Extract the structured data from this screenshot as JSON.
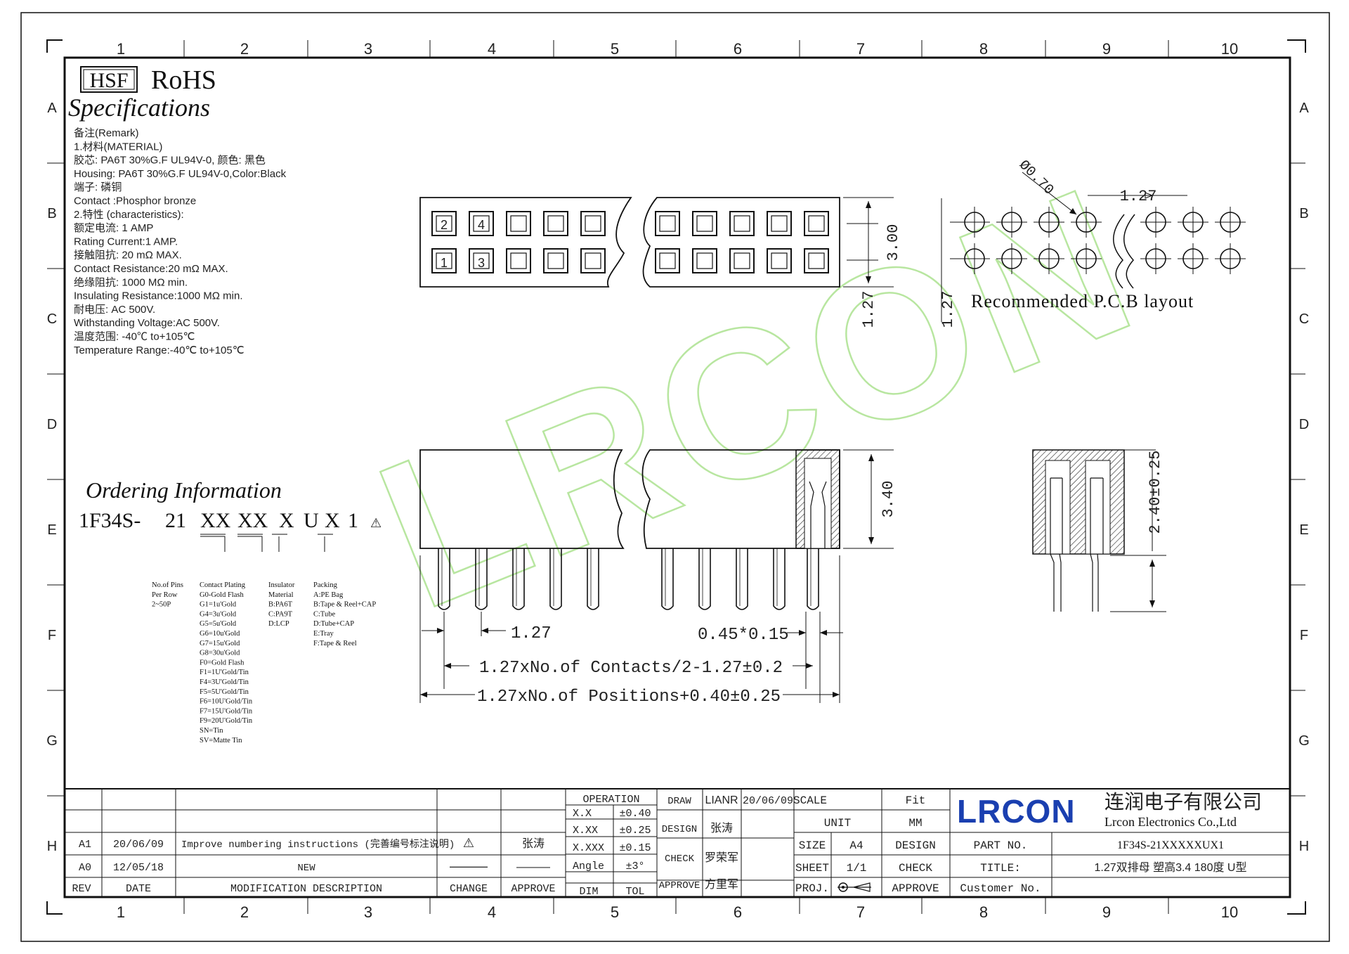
{
  "grid": {
    "columns": [
      "1",
      "2",
      "3",
      "4",
      "5",
      "6",
      "7",
      "8",
      "9",
      "10"
    ],
    "rows": [
      "A",
      "B",
      "C",
      "D",
      "E",
      "F",
      "G",
      "H"
    ]
  },
  "header": {
    "hsf": "HSF",
    "rohs": "RoHS",
    "specs_title": "Specifications"
  },
  "remarks": [
    "备注(Remark)",
    "1.材料(MATERIAL)",
    "胶芯: PA6T 30%G.F UL94V-0, 颜色: 黑色",
    "Housing: PA6T 30%G.F UL94V-0,Color:Black",
    "端子: 磷铜",
    "Contact :Phosphor bronze",
    "2.特性 (characteristics):",
    "额定电流: 1 AMP",
    "Rating Current:1 AMP.",
    "接触阻抗: 20 mΩ MAX.",
    "Contact Resistance:20 mΩ MAX.",
    "绝缘阻抗: 1000 MΩ min.",
    "Insulating Resistance:1000 MΩ  min.",
    "耐电压: AC 500V.",
    "Withstanding Voltage:AC 500V.",
    "温度范围: -40℃ to+105℃",
    "Temperature Range:-40℃ to+105℃"
  ],
  "top_view": {
    "pin_labels": [
      "2",
      "4",
      "1",
      "3"
    ],
    "dim_height": "3.00",
    "dim_pitch": "1.27"
  },
  "pcb_layout": {
    "hole_dia": "Ø0.70",
    "pitch_h": "1.27",
    "pitch_v": "1.27",
    "caption": "Recommended P.C.B layout"
  },
  "side_view": {
    "dim_height": "3.40",
    "dim_pitch": "1.27",
    "dim_pin": "0.45*0.15",
    "dim_contacts": "1.27xNo.of Contacts/2-1.27±0.2",
    "dim_positions": "1.27xNo.of Positions+0.40±0.25"
  },
  "section_view": {
    "dim_tail": "2.40±0.25"
  },
  "ordering": {
    "title": "Ordering Information",
    "code_parts": [
      "1F34S-",
      "21",
      "XX",
      "XX",
      "X",
      "U",
      "X",
      "1"
    ],
    "pins": [
      "No.of Pins",
      "Per Row",
      "2~50P"
    ],
    "plating": [
      "Contact Plating",
      "G0-Gold Flash",
      "G1=1u'Gold",
      "G4=3u'Gold",
      "G5=5u'Gold",
      "G6=10u'Gold",
      "G7=15u'Gold",
      "G8=30u'Gold",
      "F0=Gold Flash",
      "F1=1U'Gold/Tin",
      "F4=3U'Gold/Tin",
      "F5=5U'Gold/Tin",
      "F6=10U'Gold/Tin",
      "F7=15U'Gold/Tin",
      "F9=20U'Gold/Tin",
      "SN=Tin",
      "SV=Matte Tin"
    ],
    "insulator": [
      "Insulator",
      "Material",
      "B:PA6T",
      "C:PA9T",
      "D:LCP"
    ],
    "packing": [
      "Packing",
      "A:PE Bag",
      "B:Tape & Reel+CAP",
      "C:Tube",
      "D:Tube+CAP",
      "E:Tray",
      "F:Tape & Reel"
    ]
  },
  "watermark": "LRCON",
  "revisions": {
    "rows": [
      {
        "rev": "A1",
        "date": "20/06/09",
        "desc": "Improve numbering instructions (完善编号标注说明)",
        "change": "⚠",
        "approve": "张涛"
      },
      {
        "rev": "A0",
        "date": "12/05/18",
        "desc": "NEW",
        "change": "———",
        "approve": "———"
      }
    ],
    "headers": {
      "rev": "REV",
      "date": "DATE",
      "desc": "MODIFICATION DESCRIPTION",
      "change": "CHANGE",
      "approve": "APPROVE"
    }
  },
  "tolerance": {
    "title": "OPERATION",
    "rows": [
      [
        "X.X",
        "±0.40"
      ],
      [
        "X.XX",
        "±0.25"
      ],
      [
        "X.XXX",
        "±0.15"
      ],
      [
        "Angle",
        "±3°"
      ]
    ],
    "dim": "DIM",
    "tol": "TOL"
  },
  "approvals": [
    {
      "role": "DRAW",
      "name": "LIANR",
      "date": "20/06/09"
    },
    {
      "role": "DESIGN",
      "name": "张涛"
    },
    {
      "role": "CHECK",
      "name": "罗荣军"
    },
    {
      "role": "APPROVE",
      "name": "方里军"
    }
  ],
  "info": {
    "scale_label": "SCALE",
    "scale": "Fit",
    "unit_label": "UNIT",
    "unit": "MM",
    "size_label": "SIZE",
    "size": "A4",
    "sheet_label": "SHEET",
    "sheet": "1/1",
    "proj_label": "PROJ.",
    "design": "DESIGN",
    "check": "CHECK",
    "approve": "APPROVE"
  },
  "company": {
    "logo": "LRCON",
    "name_cn": "连润电子有限公司",
    "name_en": "Lrcon Electronics Co.,Ltd",
    "part_label": "PART NO.",
    "part_no": "1F34S-21XXXXXUX1",
    "title_label": "TITLE:",
    "title": "1.27双排母 塑高3.4  180度 U型",
    "customer_label": "Customer No."
  },
  "colors": {
    "logo": "#1a3fb0",
    "watermark": "#b8e6a0"
  }
}
